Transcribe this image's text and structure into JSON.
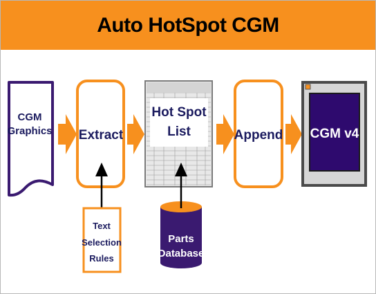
{
  "title": "Auto HotSpot CGM",
  "nodes": {
    "cgm_graphics": {
      "line1": "CGM",
      "line2": "Graphics"
    },
    "extract": {
      "label": "Extract"
    },
    "hot_spot_list": {
      "line1": "Hot Spot",
      "line2": "List"
    },
    "append": {
      "label": "Append"
    },
    "cgm_v4": {
      "label": "CGM v4"
    },
    "text_selection_rules": {
      "line1": "Text",
      "line2": "Selection",
      "line3": "Rules"
    },
    "parts_database": {
      "line1": "Parts",
      "line2": "Database"
    }
  },
  "colors": {
    "orange": "#f7901e",
    "purple": "#3a1a70",
    "navy": "#1a1a5e",
    "screen_purple": "#2e0a6e"
  }
}
